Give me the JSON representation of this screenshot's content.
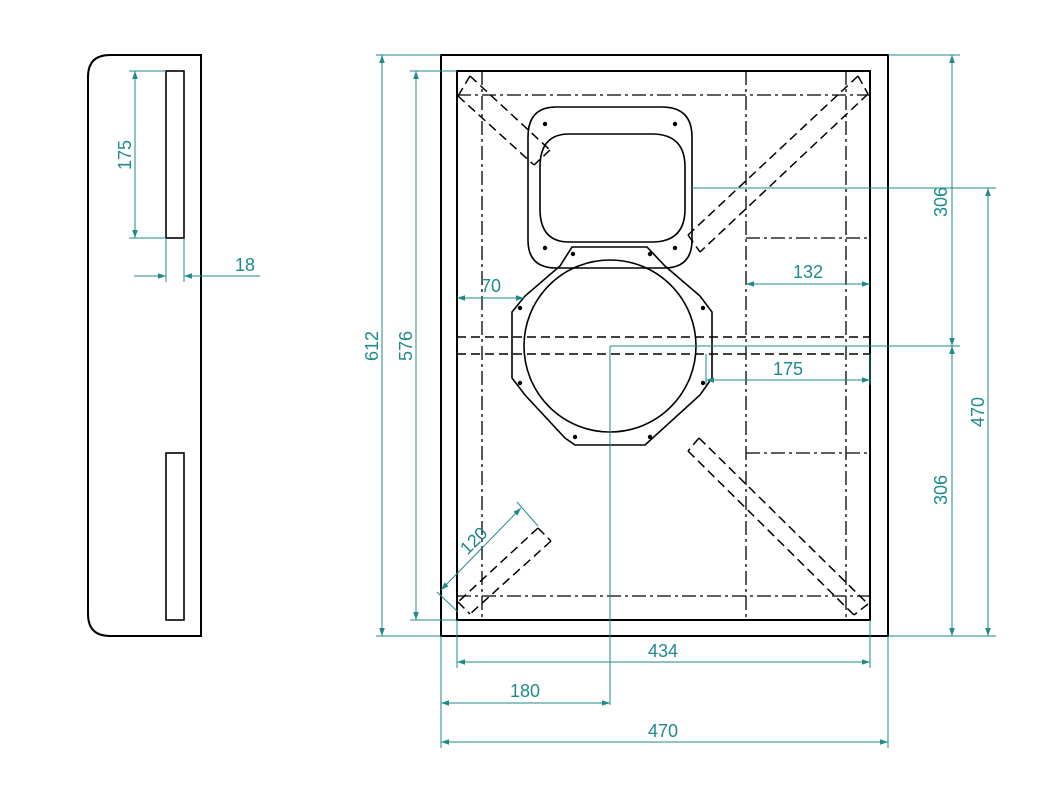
{
  "colors": {
    "dimension": "#1f8a8a",
    "linework": "#000000",
    "background": "#ffffff"
  },
  "side_view": {
    "port_depth": "175",
    "panel_thickness": "18"
  },
  "front_view": {
    "overall_height": "612",
    "inner_height": "576",
    "overall_width": "470",
    "inner_width": "434",
    "driver_center_offset": "180",
    "upper_height": "306",
    "lower_height": "306",
    "driver_center_height": "470",
    "brace_width": "132",
    "driver_to_side": "175",
    "cutout_side_margin": "70",
    "port_width": "120"
  }
}
